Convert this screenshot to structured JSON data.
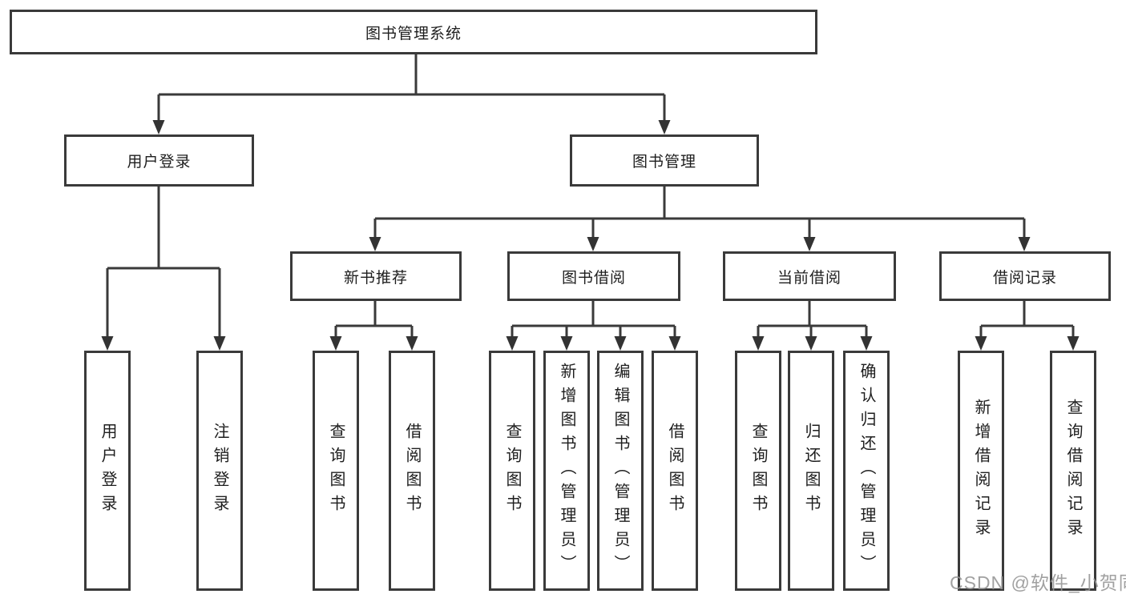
{
  "tree": {
    "label": "图书管理系统",
    "children": [
      {
        "label": "用户登录",
        "children": [
          {
            "label": "用户登录"
          },
          {
            "label": "注销登录"
          }
        ]
      },
      {
        "label": "图书管理",
        "children": [
          {
            "label": "新书推荐",
            "children": [
              {
                "label": "查询图书"
              },
              {
                "label": "借阅图书"
              }
            ]
          },
          {
            "label": "图书借阅",
            "children": [
              {
                "label": "查询图书"
              },
              {
                "label": "新增图书（管理员）"
              },
              {
                "label": "编辑图书（管理员）"
              },
              {
                "label": "借阅图书"
              }
            ]
          },
          {
            "label": "当前借阅",
            "children": [
              {
                "label": "查询图书"
              },
              {
                "label": "归还图书"
              },
              {
                "label": "确认归还（管理员）"
              }
            ]
          },
          {
            "label": "借阅记录",
            "children": [
              {
                "label": "新增借阅记录"
              },
              {
                "label": "查询借阅记录"
              }
            ]
          }
        ]
      }
    ]
  },
  "watermark": {
    "text": "CSDN @软件_小贺同学"
  },
  "colors": {
    "line": "#3a3a3a",
    "text": "#1e1e1e",
    "background": "#ffffff",
    "watermark": "#949494"
  }
}
